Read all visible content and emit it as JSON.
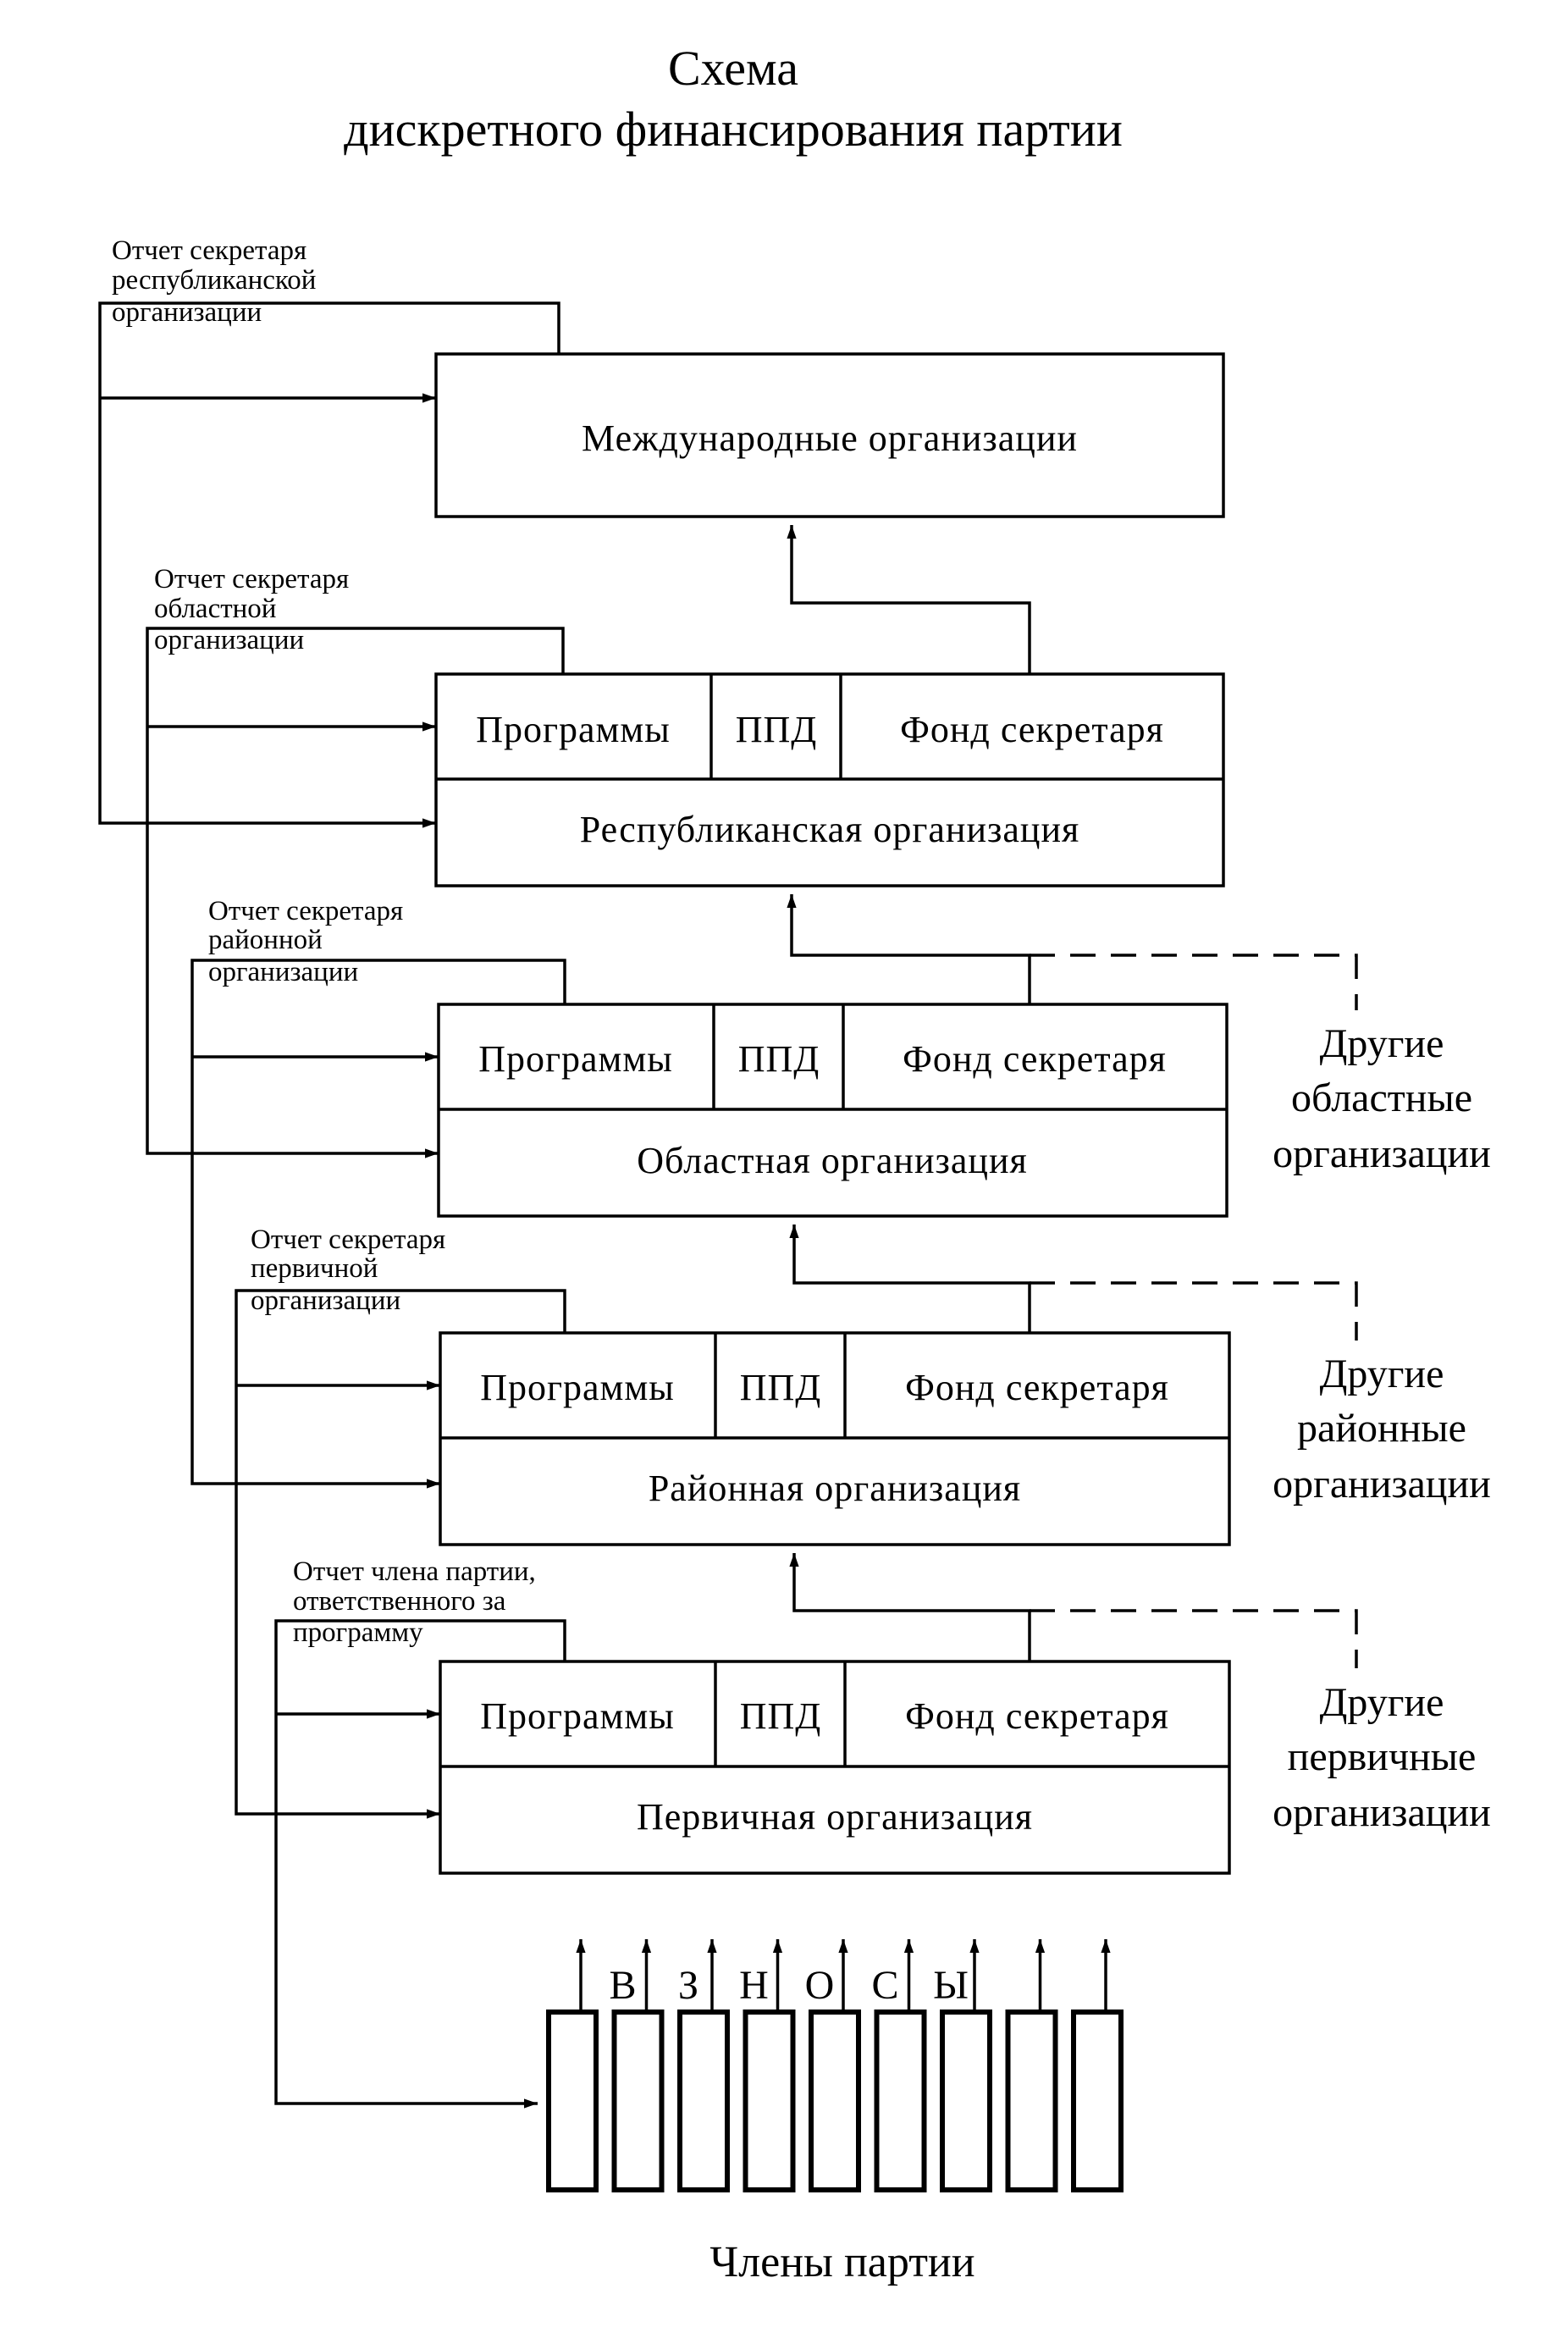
{
  "title": {
    "line1": "Схема",
    "line2": "дискретного финансирования партии"
  },
  "international": {
    "label": "Международные организации"
  },
  "levels": [
    {
      "key": "republic",
      "programs": "Программы",
      "ppd": "ППД",
      "fund": "Фонд секретаря",
      "org": "Республиканская организация",
      "report": [
        "Отчет секретаря",
        "республиканской",
        "организации"
      ],
      "others": []
    },
    {
      "key": "regional",
      "programs": "Программы",
      "ppd": "ППД",
      "fund": "Фонд секретаря",
      "org": "Областная организация",
      "report": [
        "Отчет секретаря",
        "областной",
        "организации"
      ],
      "others": [
        "Другие",
        "областные",
        "организации"
      ]
    },
    {
      "key": "district",
      "programs": "Программы",
      "ppd": "ППД",
      "fund": "Фонд секретаря",
      "org": "Районная организация",
      "report": [
        "Отчет секретаря",
        "районной",
        "организации"
      ],
      "others": [
        "Другие",
        "районные",
        "организации"
      ]
    },
    {
      "key": "primary",
      "programs": "Программы",
      "ppd": "ППД",
      "fund": "Фонд секретаря",
      "org": "Первичная организация",
      "report": [
        "Отчет секретаря",
        "первичной",
        "организации"
      ],
      "others": [
        "Другие",
        "первичные",
        "организации"
      ]
    }
  ],
  "member_report": [
    "Отчет члена партии,",
    "ответственного за",
    "программу"
  ],
  "contributions": [
    "В",
    "З",
    "Н",
    "О",
    "С",
    "Ы"
  ],
  "members_label": "Члены партии"
}
